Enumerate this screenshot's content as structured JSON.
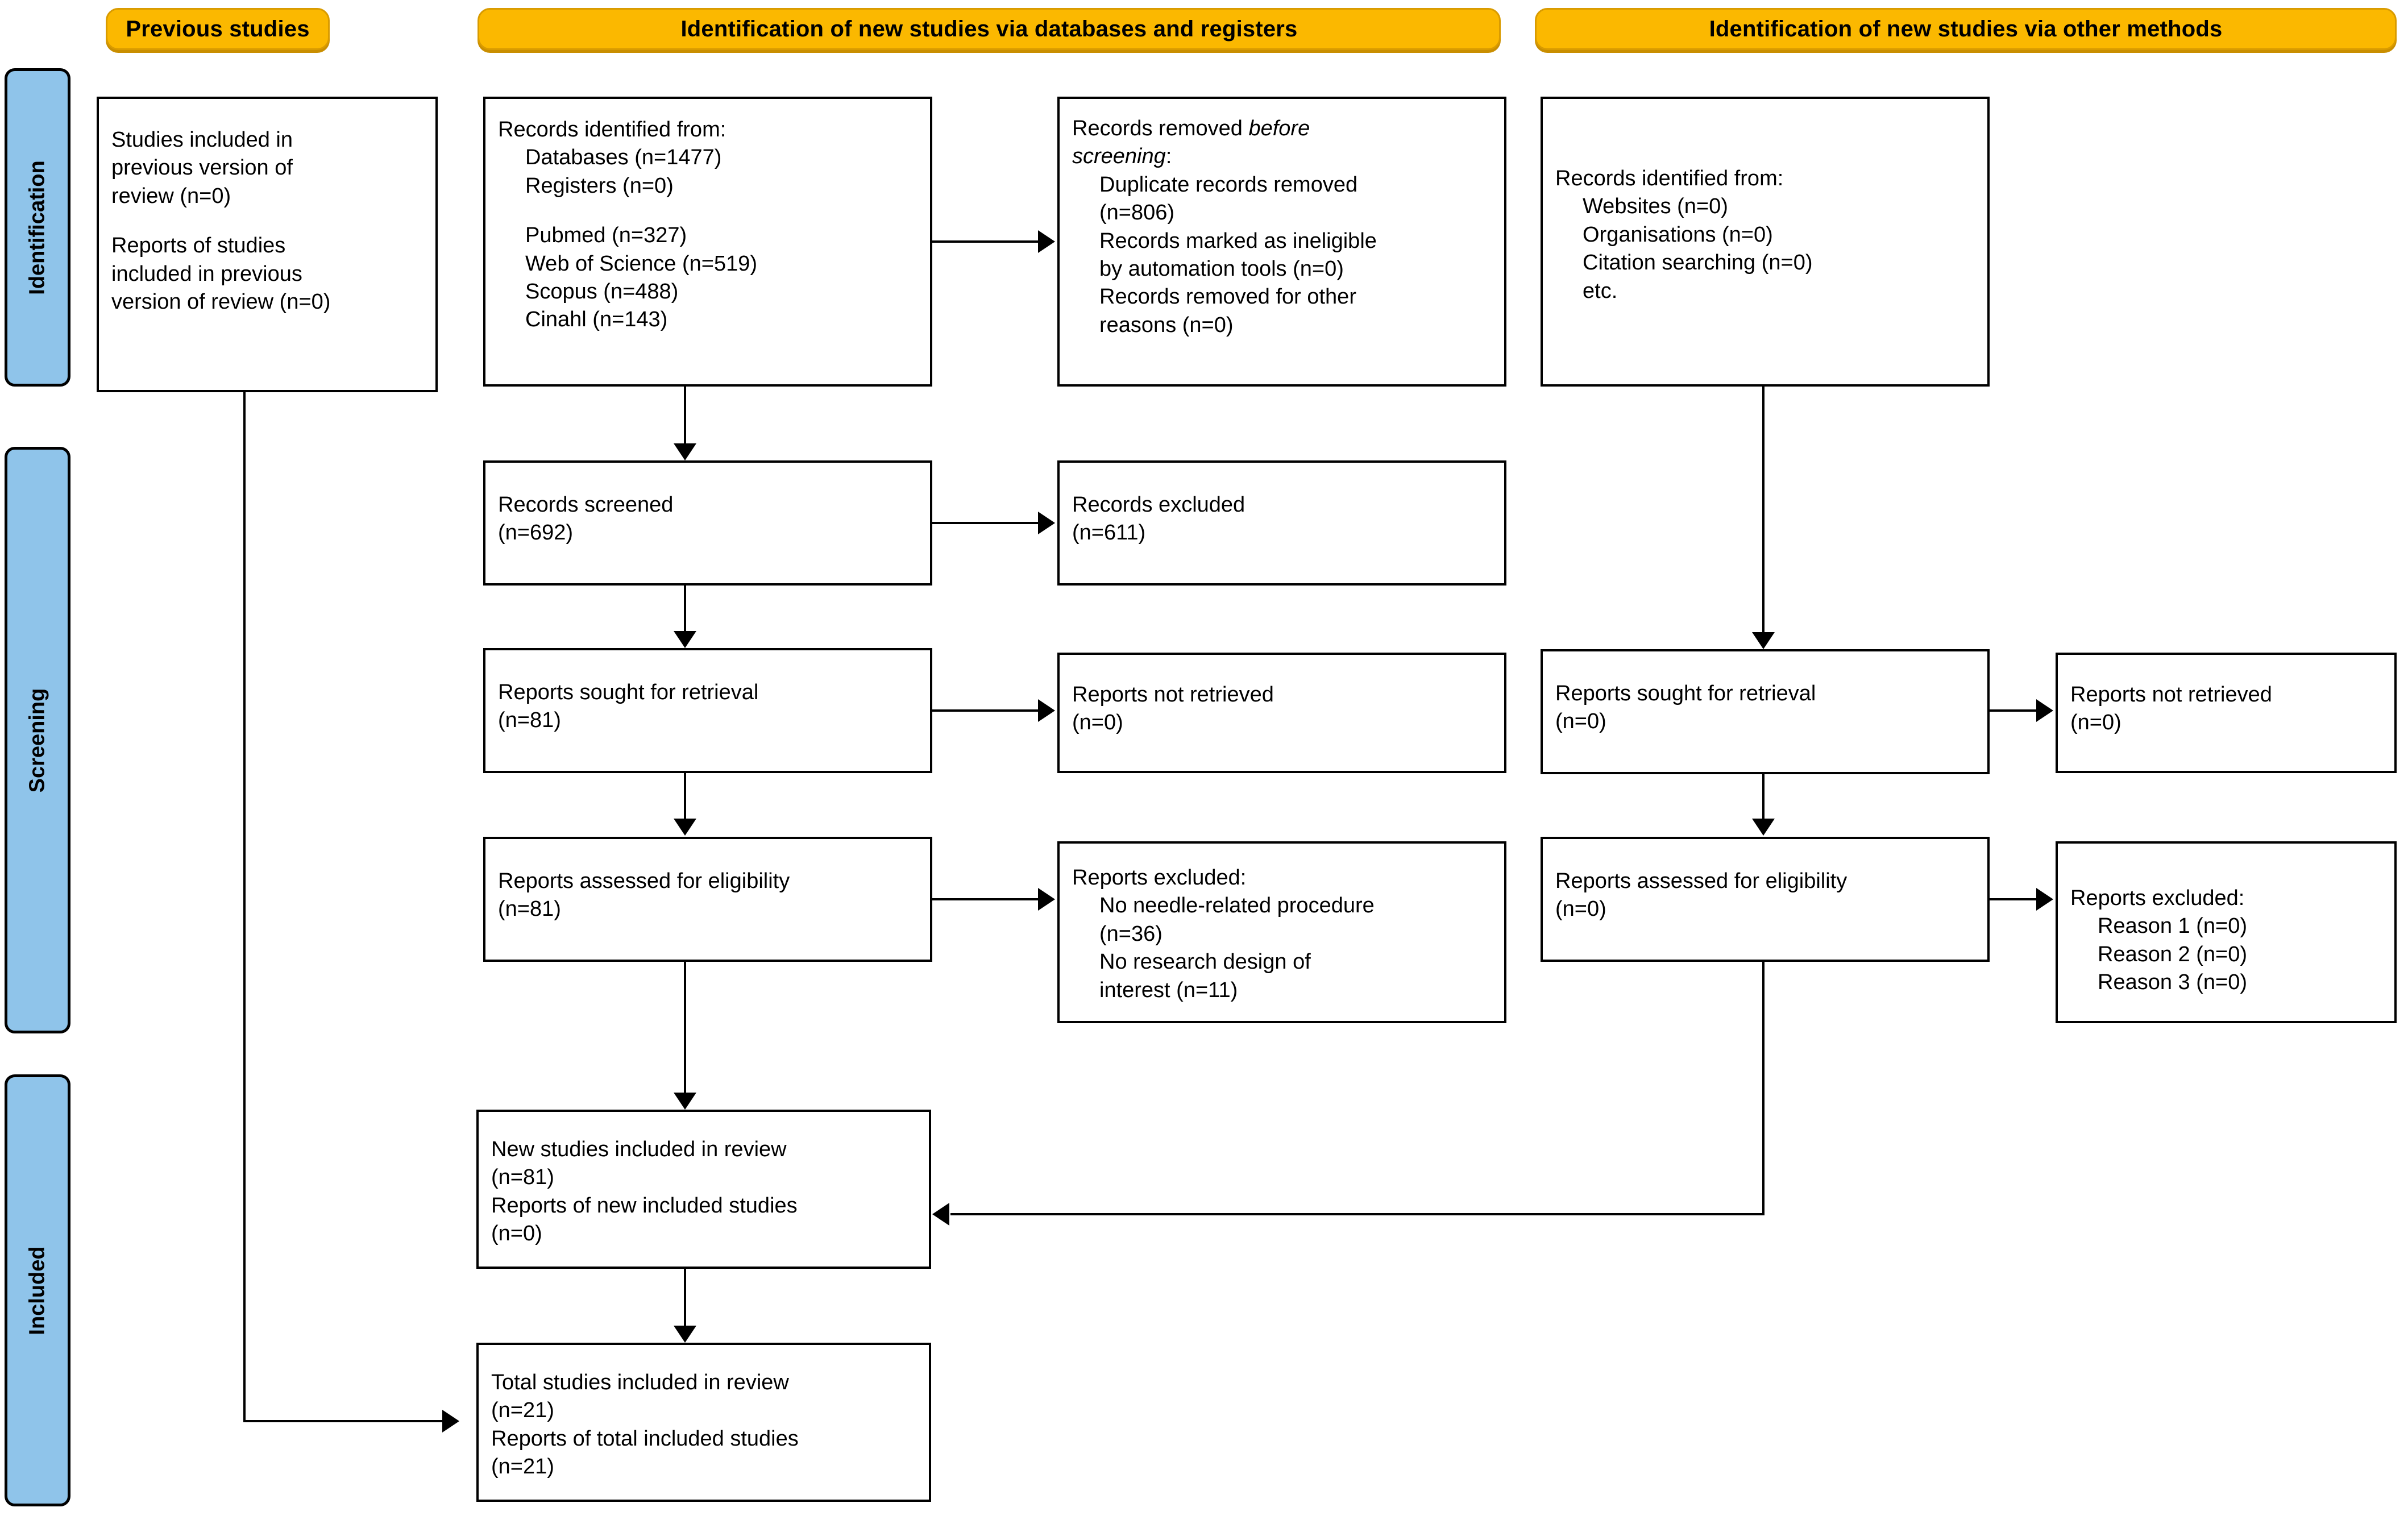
{
  "diagram": {
    "title": "PRISMA 2020 flow diagram",
    "colors": {
      "banner_fill": "#FBB800",
      "banner_border": "#D99B00",
      "stage_fill": "#8FC4EA",
      "box_border": "#000000",
      "background": "#FFFFFF"
    }
  },
  "banners": {
    "previous": "Previous studies",
    "databases": "Identification of new studies via databases and registers",
    "other": "Identification of new studies via other methods"
  },
  "stages": {
    "identification": "Identification",
    "screening": "Screening",
    "included": "Included"
  },
  "boxes": {
    "previous_studies": {
      "lines": [
        "Studies included in",
        "previous version of",
        "review (n=0)",
        "",
        "Reports of studies",
        "included in previous",
        "version of review (n=0)"
      ]
    },
    "records_identified": {
      "header": "Records identified from:",
      "items": [
        "Databases (n=1477)",
        "Registers (n=0)"
      ],
      "items2": [
        "Pubmed (n=327)",
        "Web of Science (n=519)",
        "Scopus (n=488)",
        "Cinahl (n=143)"
      ]
    },
    "records_removed": {
      "header_a": "Records removed ",
      "header_b": "before",
      "header_c": "screening",
      "header_d": ":",
      "items": [
        "Duplicate records removed",
        "(n=806)",
        "Records marked as ineligible",
        "by automation tools (n=0)",
        "Records removed for other",
        "reasons (n=0)"
      ]
    },
    "records_identified_other": {
      "header": "Records identified from:",
      "items": [
        "Websites (n=0)",
        "Organisations (n=0)",
        "Citation searching (n=0)",
        "etc."
      ]
    },
    "records_screened": {
      "lines": [
        "Records screened",
        "(n=692)"
      ]
    },
    "records_excluded": {
      "lines": [
        "Records excluded",
        "(n=611)"
      ]
    },
    "reports_sought_db": {
      "lines": [
        "Reports sought for retrieval",
        "(n=81)"
      ]
    },
    "reports_not_retrieved_db": {
      "lines": [
        "Reports not retrieved",
        "(n=0)"
      ]
    },
    "reports_sought_other": {
      "lines": [
        "Reports sought for retrieval",
        "(n=0)"
      ]
    },
    "reports_not_retrieved_other": {
      "lines": [
        "Reports not retrieved",
        "(n=0)"
      ]
    },
    "reports_assessed_db": {
      "lines": [
        "Reports assessed for eligibility",
        "(n=81)"
      ]
    },
    "reports_excluded_db": {
      "header": "Reports excluded:",
      "items": [
        "No needle-related procedure",
        "(n=36)",
        "No research design of",
        "interest (n=11)"
      ]
    },
    "reports_assessed_other": {
      "lines": [
        "Reports assessed for eligibility",
        "(n=0)"
      ]
    },
    "reports_excluded_other": {
      "header": "Reports excluded:",
      "items": [
        "Reason 1 (n=0)",
        "Reason 2 (n=0)",
        "Reason 3 (n=0)"
      ]
    },
    "new_studies_included": {
      "lines": [
        "New studies included in review",
        "(n=81)",
        "Reports of new included studies",
        "(n=0)"
      ]
    },
    "total_studies_included": {
      "lines": [
        "Total studies included in review",
        "(n=21)",
        "Reports of total included studies",
        "(n=21)"
      ]
    }
  }
}
